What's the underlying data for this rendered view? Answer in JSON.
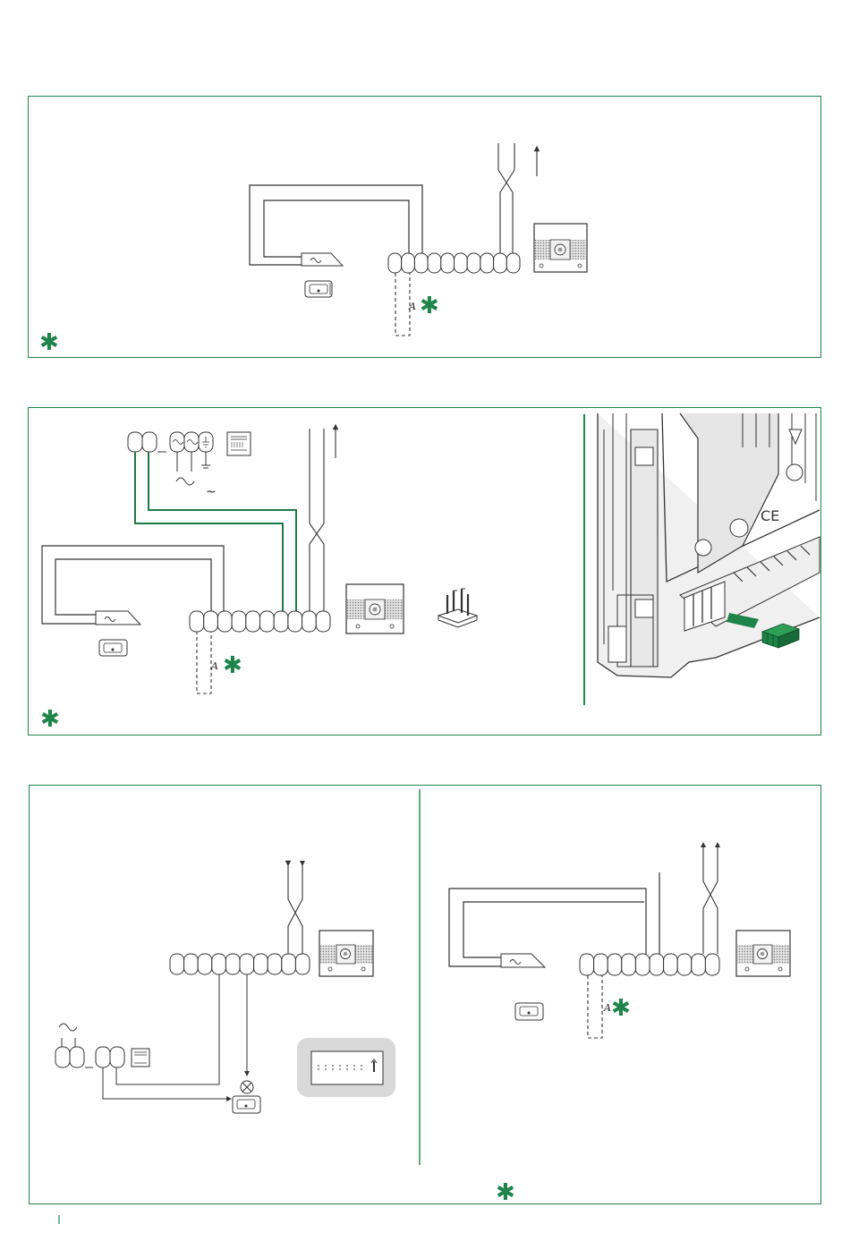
{
  "colors": {
    "frame": "#1e8449",
    "wire": "#333333",
    "accent_wire": "#1e7a45",
    "module_green": "#1e8449",
    "panel_gray": "#d9d9d9"
  },
  "symbols": {
    "asterisk": "✱",
    "tilde": "~",
    "ac_wave": "∿",
    "lock_marker": "A"
  },
  "panels": [
    {
      "name": "panel-1",
      "terminals": 10
    },
    {
      "name": "panel-2",
      "terminals": 10
    },
    {
      "name": "panel-3a",
      "terminals": 10
    },
    {
      "name": "panel-3b",
      "terminals": 10
    }
  ],
  "icons": [
    "door-lock-icon",
    "electric-strike-icon",
    "camera-module-icon",
    "power-supply-icon",
    "jumper-connector-icon",
    "lamp-icon",
    "dip-switch-icon",
    "green-connector-icon"
  ]
}
